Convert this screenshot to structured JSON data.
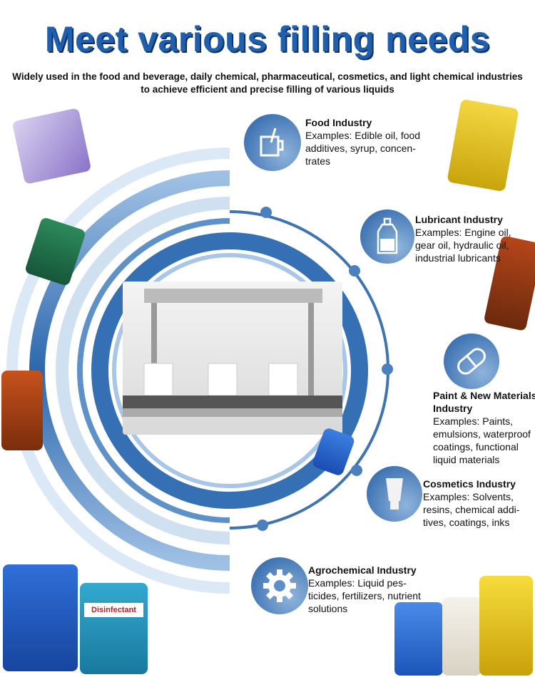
{
  "title": "Meet various filling needs",
  "subtitle": "Widely used in the food and beverage, daily chemical, pharmaceutical, cosmetics, and light chemical industries to achieve efficient and precise filling of various liquids",
  "industries": [
    {
      "name": "Food Industry",
      "desc": "Examples: Edible oil, food additives, syrup, concen-trates",
      "icon": "cup-icon"
    },
    {
      "name": "Lubricant Industry",
      "desc": "Examples: Engine oil, gear oil, hydraulic oil, industrial lubricants",
      "icon": "bottle-icon"
    },
    {
      "name": "Paint & New Materials Industry",
      "desc": "Examples: Paints, emulsions, waterproof coatings, functional liquid materials",
      "icon": "capsule-icon"
    },
    {
      "name": "Cosmetics Industry",
      "desc": "Examples: Solvents, resins, chemical addi-tives, coatings, inks",
      "icon": "tube-icon"
    },
    {
      "name": "Agrochemical Industry",
      "desc": "Examples: Liquid pes-ticides, fertilizers, nutrient solutions",
      "icon": "gear-icon"
    }
  ],
  "products": {
    "disinfectant_label": "Disinfectant"
  },
  "colors": {
    "accent": "#1f5fae",
    "ring_dark": "#2e6cb0",
    "ring_light": "#c9dcef"
  }
}
